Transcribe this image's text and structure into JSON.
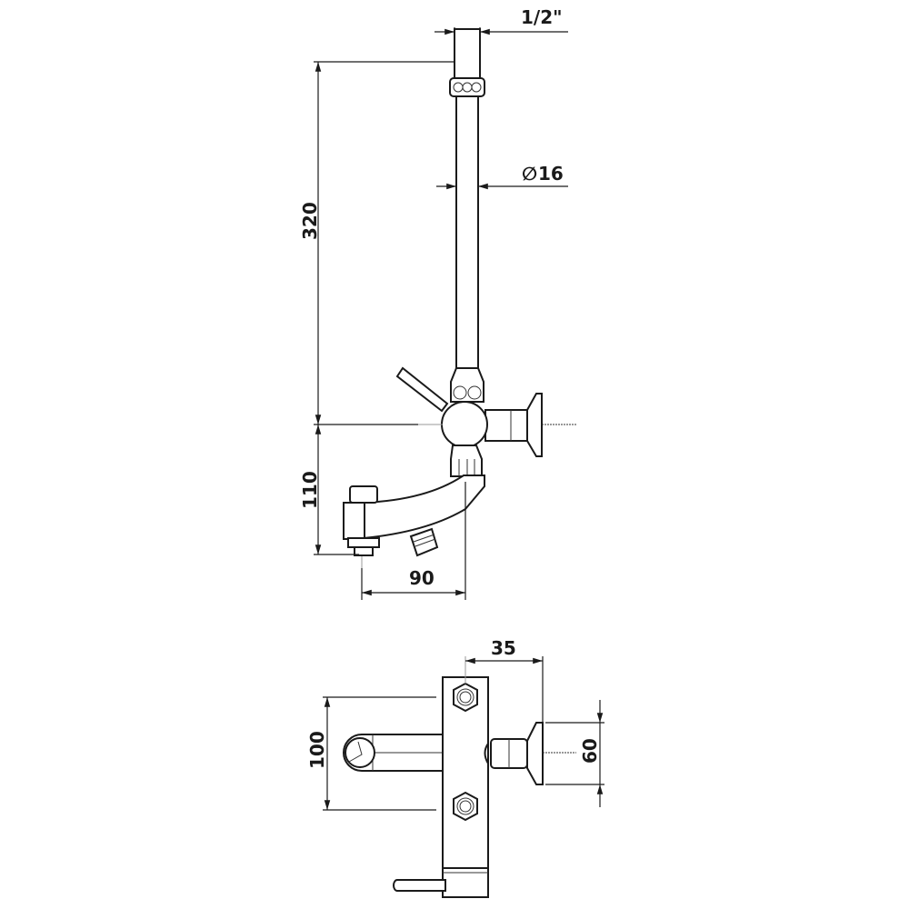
{
  "drawing": {
    "side_view": {
      "dim_thread": "1/2\"",
      "dim_diameter_symbol": "∅",
      "dim_diameter": "16",
      "dim_height_upper": "320",
      "dim_height_lower": "110",
      "dim_projection": "90"
    },
    "top_view": {
      "dim_depth": "35",
      "dim_centers": "100",
      "dim_flange": "60"
    }
  }
}
